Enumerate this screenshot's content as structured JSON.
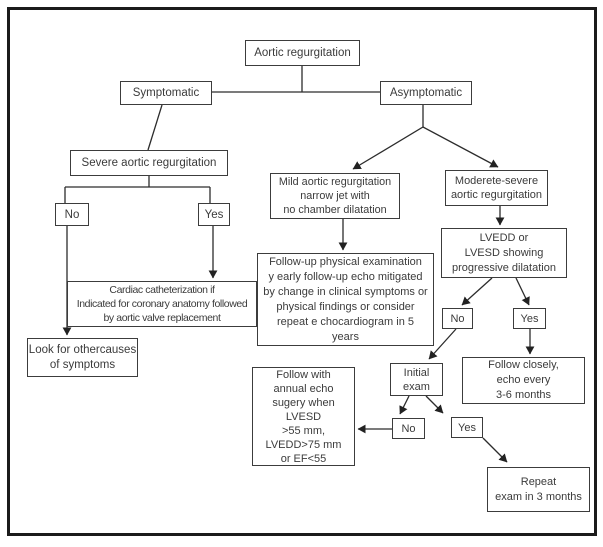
{
  "colors": {
    "background": "#ffffff",
    "line": "#2c2c2c",
    "text": "#3b3b3b",
    "outer_border": "#1b1b1b"
  },
  "nodes": {
    "aortic": {
      "label": "Aortic regurgitation"
    },
    "symptomatic": {
      "label": "Symptomatic"
    },
    "asymptomatic": {
      "label": "Asymptomatic"
    },
    "severe": {
      "label": "Severe aortic regurgitation"
    },
    "no1": {
      "label": "No"
    },
    "yes1": {
      "label": "Yes"
    },
    "cardiac": {
      "label": "Cardiac catheterization if\nIndicated for coronary anatomy followed\nby aortic valve replacement"
    },
    "look": {
      "label": "Look for othercauses\nof symptoms"
    },
    "mild": {
      "label": "Mild aortic regurgitation\nnarrow jet with\nno chamber dilatation"
    },
    "moderate": {
      "label": "Moderete-severe\naortic regurgitation"
    },
    "followup": {
      "label": "Follow-up physical examination\ny early follow-up echo mitigated\nby change in clinical symptoms or\nphysical findings or consider\nrepeat e chocardiogram in 5\nyears"
    },
    "lvedd": {
      "label": "LVEDD or\nLVESD showing\nprogressive dilatation"
    },
    "no2": {
      "label": "No"
    },
    "yes2": {
      "label": "Yes"
    },
    "initial": {
      "label": "Initial\nexam"
    },
    "follow_closely": {
      "label": "Follow closely,\necho every\n3-6 months"
    },
    "follow_annual": {
      "label": "Follow with\nannual echo\nsugery when\nLVESD\n>55 mm,\nLVEDD>75 mm\nor EF<55"
    },
    "no3": {
      "label": "No"
    },
    "yes3": {
      "label": "Yes"
    },
    "repeat": {
      "label": "Repeat\nexam in 3 months"
    }
  }
}
